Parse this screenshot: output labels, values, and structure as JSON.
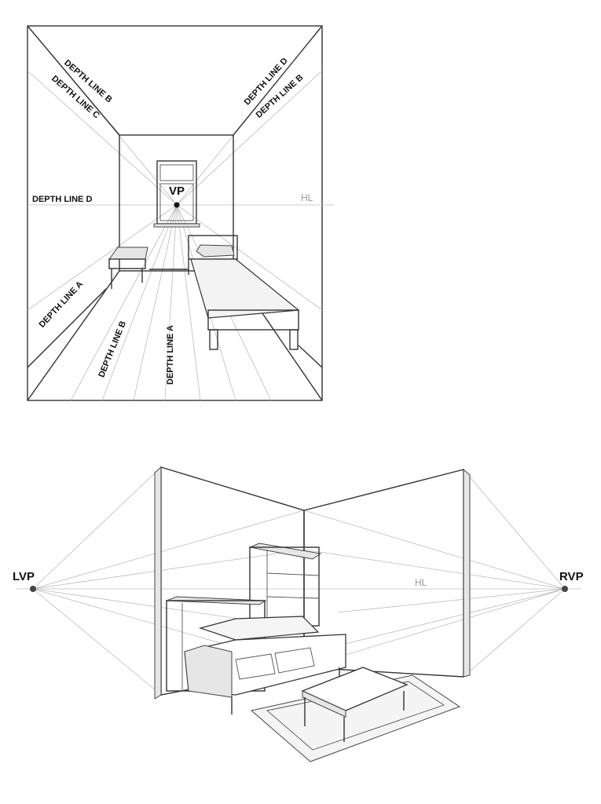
{
  "one_point": {
    "vanishing_point": "VP",
    "horizon": "HL",
    "labels": [
      "DEPTH LINE B",
      "DEPTH LINE C",
      "DEPTH LINE D",
      "DEPTH LINE B",
      "DEPTH LINE D",
      "DEPTH LINE A",
      "DEPTH LINE B",
      "DEPTH LINE A"
    ]
  },
  "two_point": {
    "left_vanishing_point": "LVP",
    "right_vanishing_point": "RVP",
    "horizon": "HL"
  }
}
